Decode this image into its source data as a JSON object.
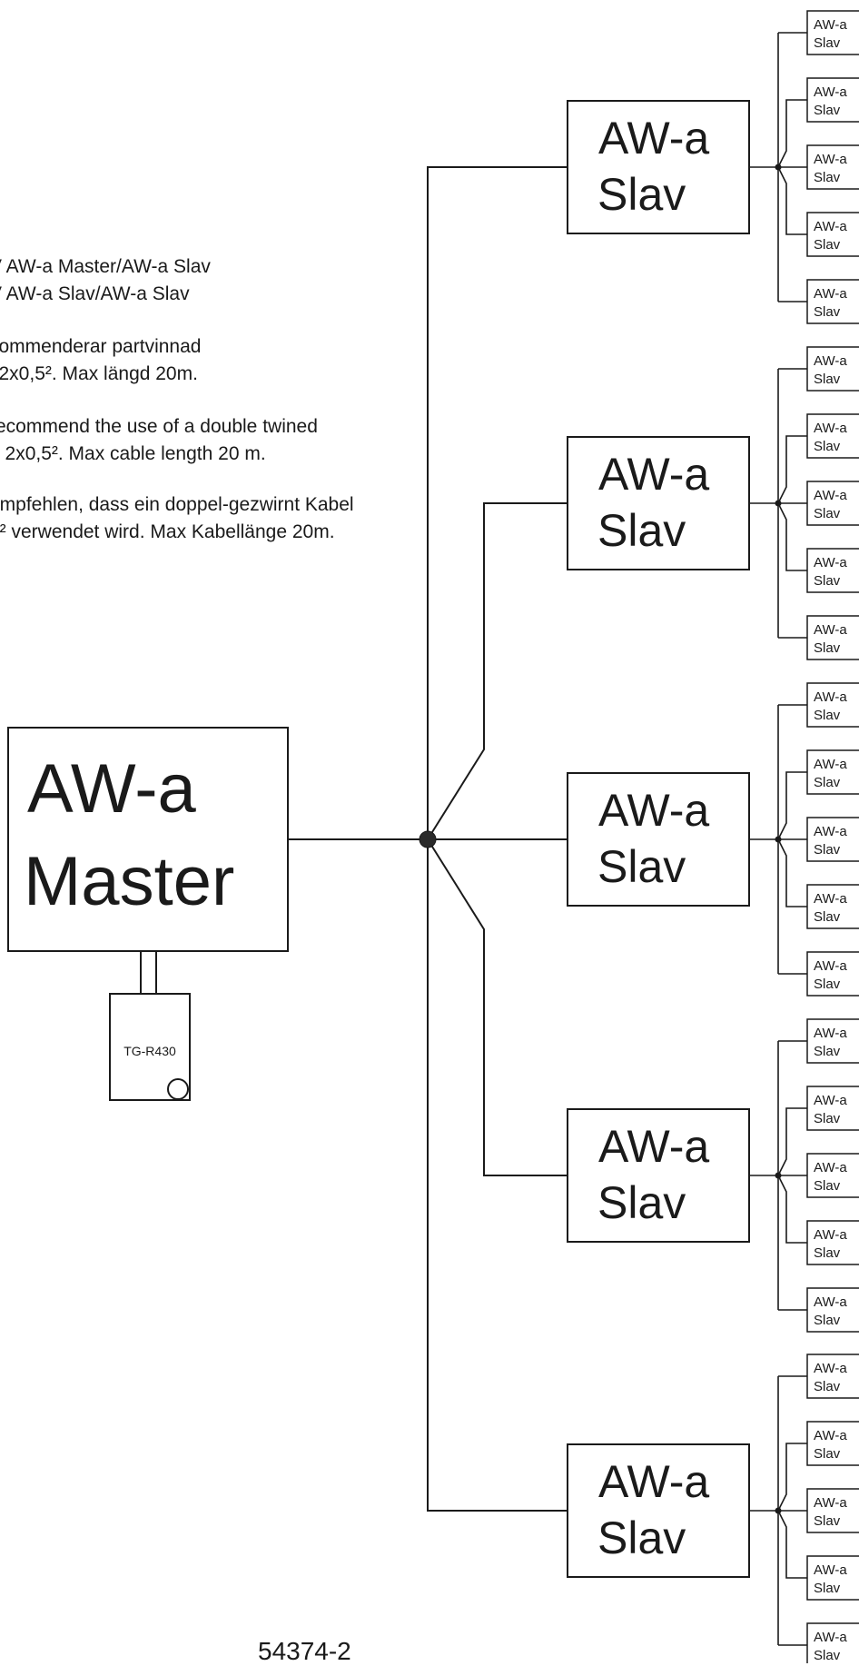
{
  "notes": [
    "V AW-a Master/AW-a Slav",
    "V AW-a Slav/AW-a Slav",
    "kommenderar partvinnad",
    "l 2x0,5². Max längd 20m.",
    "recommend the use of a double twined",
    "e 2x0,5². Max cable length 20 m.",
    "empfehlen, dass ein doppel-gezwirnt Kabel",
    "5² verwendet wird. Max Kabellänge 20m."
  ],
  "master": {
    "line1": "AW-a",
    "line2": "Master"
  },
  "receiver": {
    "label": "TG-R430"
  },
  "slave_label": {
    "line1": "AW-a",
    "line2": "Slav"
  },
  "groups_count": 5,
  "subslaves_per_group": 5,
  "doc_number": "54374-2",
  "colors": {
    "line": "#1a1a1a",
    "background": "#ffffff"
  }
}
